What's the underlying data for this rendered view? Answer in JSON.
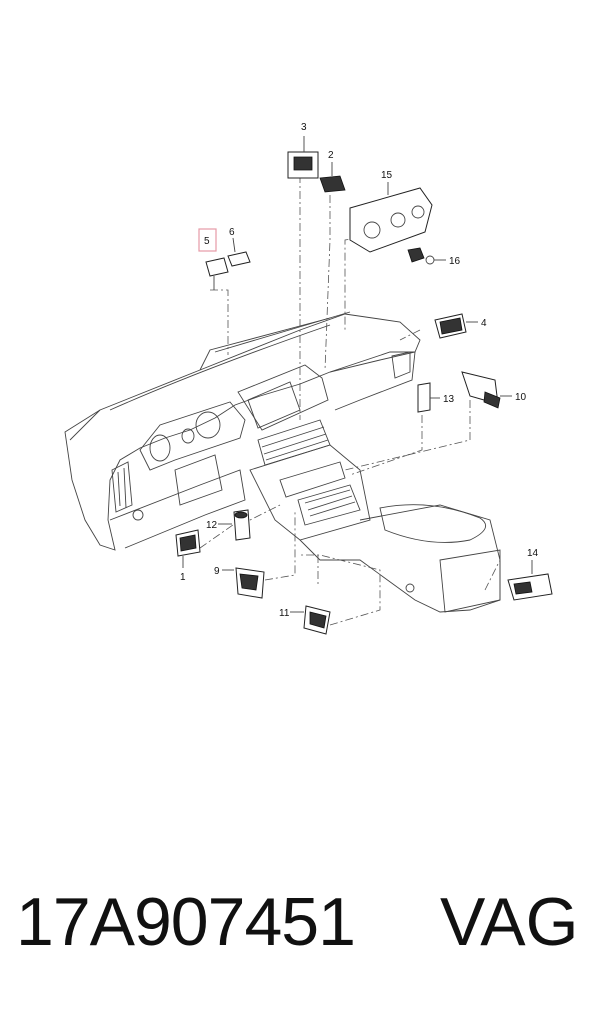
{
  "diagram": {
    "callouts": {
      "c1": "1",
      "c2": "2",
      "c3": "3",
      "c4": "4",
      "c5": "5",
      "c6": "6",
      "c9": "9",
      "c10": "10",
      "c11": "11",
      "c12": "12",
      "c13": "13",
      "c14": "14",
      "c15": "15",
      "c16": "16"
    },
    "highlighted_callout": "5",
    "highlight_color": "#e79aa6"
  },
  "footer": {
    "part_number": "17A907451",
    "brand": "VAG"
  }
}
